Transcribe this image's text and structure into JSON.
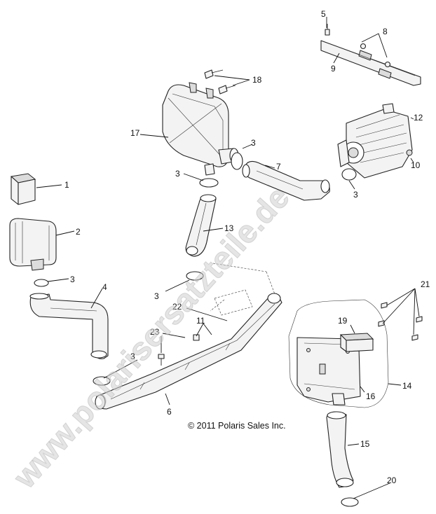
{
  "callouts": {
    "c1": "1",
    "c2": "2",
    "c3a": "3",
    "c3b": "3",
    "c3c": "3",
    "c3d": "3",
    "c3e": "3",
    "c3f": "3",
    "c4": "4",
    "c5": "5",
    "c6": "6",
    "c7": "7",
    "c8": "8",
    "c9": "9",
    "c10": "10",
    "c11": "11",
    "c12": "12",
    "c13": "13",
    "c14": "14",
    "c15": "15",
    "c16": "16",
    "c17": "17",
    "c18": "18",
    "c19": "19",
    "c20": "20",
    "c21": "21",
    "c22": "22",
    "c23": "23"
  },
  "copyright": "© 2011 Polaris Sales Inc.",
  "watermark": "www.polarisersatzteile.de"
}
